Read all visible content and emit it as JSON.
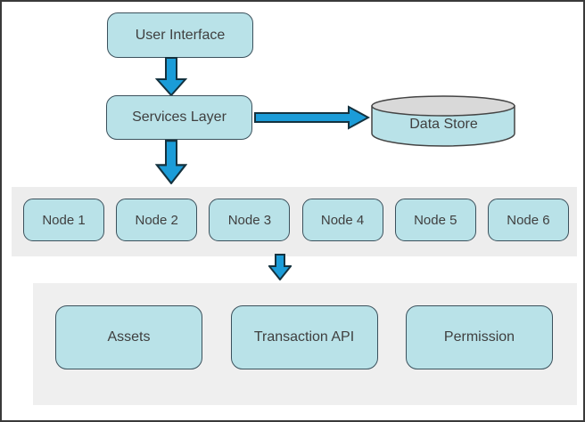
{
  "diagram": {
    "user_interface": {
      "label": "User Interface"
    },
    "services_layer": {
      "label": "Services Layer"
    },
    "data_store": {
      "label": "Data Store"
    },
    "nodes": [
      "Node 1",
      "Node 2",
      "Node 3",
      "Node 4",
      "Node 5",
      "Node 6"
    ],
    "modules": [
      "Assets",
      "Transaction API",
      "Permission"
    ],
    "edges": [
      {
        "from": "User Interface",
        "to": "Services Layer"
      },
      {
        "from": "Services Layer",
        "to": "Data Store"
      },
      {
        "from": "Services Layer",
        "to": "Node Row"
      },
      {
        "from": "Node Row",
        "to": "Modules Row"
      }
    ]
  },
  "colors": {
    "box_fill": "#b9e2e8",
    "box_border": "#3b515c",
    "arrow_fill": "#1b9cd8",
    "arrow_outline": "#14323f",
    "band_fill": "#ededed",
    "cylinder_top_fill": "#d9d9d9",
    "text": "#3f3f3f",
    "outer_border": "#3a3a3a"
  }
}
